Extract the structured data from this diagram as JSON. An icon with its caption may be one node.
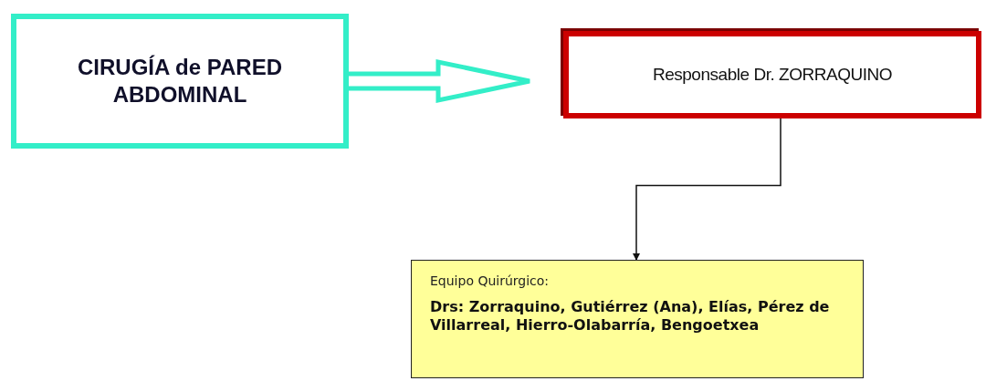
{
  "diagram": {
    "nodes": [
      {
        "text": [
          "CIRUGÍA  de PARED ABDOMINAL"
        ]
      },
      {
        "text": [
          "Responsable  Dr. ZORRAQUINO"
        ]
      },
      {
        "text": [
          "Equipo Quirúrgico:",
          "Drs: Zorraquino, Gutiérrez (Ana), Elías, Pérez de Villarreal, Hierro-Olabarría, Bengoetxea"
        ]
      }
    ],
    "edges": [
      {
        "from": 0,
        "to": 1,
        "arrow": "to",
        "style": "thick",
        "color": "#33eec8"
      },
      {
        "from": 1,
        "to": 2,
        "arrow": "to"
      }
    ]
  }
}
